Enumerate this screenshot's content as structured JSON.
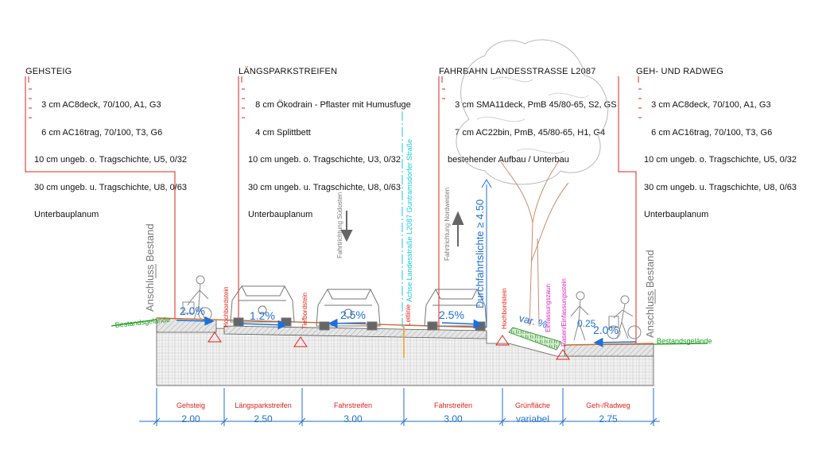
{
  "columns": [
    {
      "title": "GEHSTEIG",
      "layers": [
        "   3 cm AC8deck, 70/100, A1, G3",
        "   6 cm AC16trag, 70/100, T3, G6",
        "10 cm ungeb. o. Tragschichte, U5, 0/32",
        "30 cm ungeb. u. Tragschichte, U8, 0/63",
        "Unterbauplanum"
      ]
    },
    {
      "title": "LÄNGSPARKSTREIFEN",
      "layers": [
        "   8 cm Ökodrain - Pflaster mit Humusfuge",
        "   4 cm Splittbett",
        "10 cm ungeb. o. Tragschichte, U3, 0/32",
        "30 cm ungeb. u. Tragschichte, U8, 0/63",
        "Unterbauplanum"
      ]
    },
    {
      "title": "FAHRBAHN LANDESSTRASSE L2087",
      "layers": [
        "   3 cm SMA11deck, PmB 45/80-65, S2, GS",
        "   7 cm AC22bin, PmB, 45/80-65, H1, G4",
        "bestehender Aufbau / Unterbau"
      ]
    },
    {
      "title": "GEH- UND RADWEG",
      "layers": [
        "   3 cm AC8deck, 70/100, A1, G3",
        "   6 cm AC16trag, 70/100, T3, G6",
        "10 cm ungeb. o. Tragschichte, U5, 0/32",
        "30 cm ungeb. u. Tragschichte, U8, 0/63",
        "Unterbauplanum"
      ]
    }
  ],
  "annotations": {
    "anschluss_left": "Anschluss Bestand",
    "anschluss_right": "Anschluss Bestand",
    "bestand_left": "Bestandsgelände",
    "bestand_right": "Bestandsgelände",
    "direction_south": "Fahrtrichtung Südosten",
    "direction_north": "Fahrtrichtung Nordwesten",
    "axis": "Achse Landesstraße L2087 Guntramsdorfer Straße",
    "clearance": "Durchfahrtslichte ≥ 4.50",
    "leitlinie": "Leitlinie",
    "hochbordstein": "Hochbordstein",
    "tiefbordstein": "Tiefbordstein",
    "einfassungszaun": "Einfassungszaun",
    "rasen": "Rasen/Einfassungsstein",
    "slopes": [
      "2.0%",
      "1.2%",
      "2.5%",
      "2.5%",
      "var. %",
      "0.25",
      "2.0%"
    ]
  },
  "segments": [
    {
      "label": "Gehsteig",
      "width": "2.00"
    },
    {
      "label": "Längsparkstreifen",
      "width": "2.50"
    },
    {
      "label": "Fahrstreifen",
      "width": "3.00"
    },
    {
      "label": "Fahrstreifen",
      "width": "3.00"
    },
    {
      "label": "Grünfläche",
      "width": "variabel"
    },
    {
      "label": "Geh-/Radweg",
      "width": "2.75"
    }
  ],
  "colors": {
    "red": "#e2231a",
    "blue": "#1f6fd6",
    "green": "#1a9a1a",
    "cyan": "#18c8d8",
    "magenta": "#e020c0",
    "gray": "#888888"
  }
}
